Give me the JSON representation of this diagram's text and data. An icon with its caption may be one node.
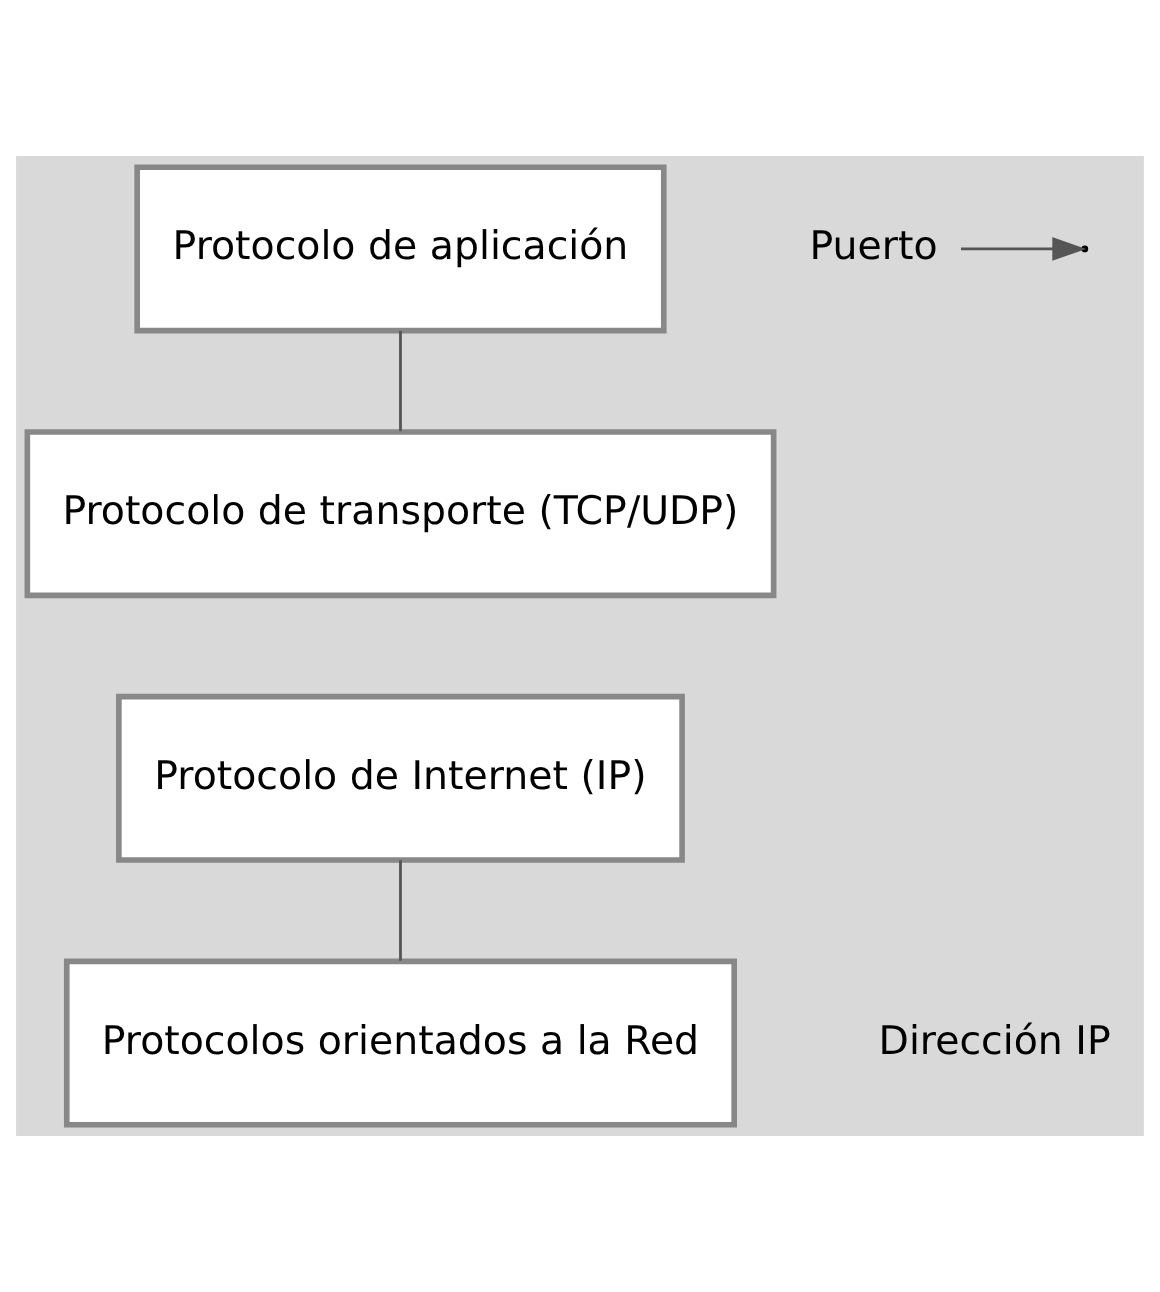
{
  "diagram": {
    "nodes": [
      {
        "text": [
          "Protocolo de aplicación"
        ]
      },
      {
        "text": [
          "Protocolo de transporte (TCP/UDP)"
        ]
      },
      {
        "text": [
          "Protocolo de Internet (IP)"
        ]
      },
      {
        "text": [
          "Protocolos orientados a la Red"
        ]
      },
      {
        "text": [
          "Puerto"
        ]
      }
    ],
    "edges": [
      {
        "from": 0,
        "to": 1,
        "arrow": "none"
      },
      {
        "from": 4,
        "to": null,
        "arrow": "to"
      },
      {
        "from": 2,
        "to": 3,
        "arrow": "none"
      }
    ],
    "labels": [
      "Dirección IP"
    ]
  }
}
